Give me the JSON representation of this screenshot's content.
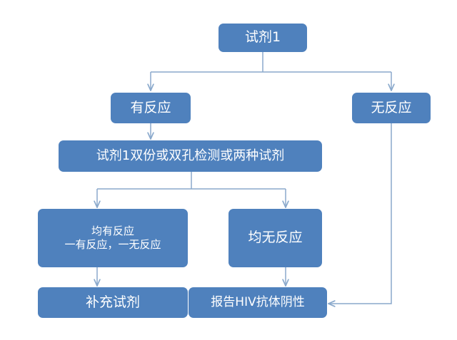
{
  "nodes": {
    "reagent1": "试剂1",
    "reactive": "有反应",
    "nonreactive": "无反应",
    "retest": "试剂1双份或双孔检测或两种试剂",
    "mixed_line1": "均有反应",
    "mixed_line2": "一有反应，一无反应",
    "both_nonreactive": "均无反应",
    "supplement": "补充试剂",
    "report_negative": "报告HIV抗体阴性"
  },
  "colors": {
    "box": "#4f81bd",
    "line": "#8aa9cc",
    "text": "#ffffff"
  }
}
